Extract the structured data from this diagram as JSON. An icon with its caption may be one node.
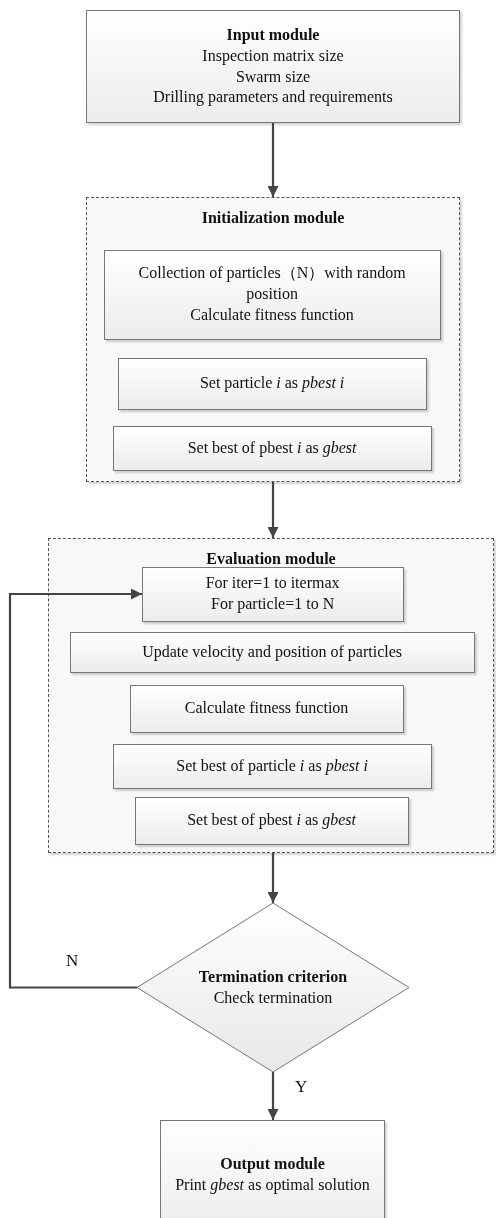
{
  "diagram": {
    "nodes": [
      {
        "text": [
          "Input module",
          "Inspection matrix size",
          "Swarm size",
          "Drilling parameters and requirements"
        ]
      },
      {
        "text": [
          "Initialization module"
        ]
      },
      {
        "text": [
          "Collection of particles（N）with random position",
          "Calculate fitness function"
        ],
        "in": 1
      },
      {
        "text": [
          "Set particle *i* as *pbest i*"
        ],
        "in": 1
      },
      {
        "text": [
          "Set best of pbest *i* as *gbest*"
        ],
        "in": 1
      },
      {
        "text": [
          "Evaluation module"
        ]
      },
      {
        "text": [
          "For iter=1 to itermax",
          "For particle=1 to N"
        ],
        "in": 5
      },
      {
        "text": [
          "Update velocity and position of particles"
        ],
        "in": 5
      },
      {
        "text": [
          "Calculate fitness function"
        ],
        "in": 5
      },
      {
        "text": [
          "Set best of particle *i* as *pbest i*"
        ],
        "in": 5
      },
      {
        "text": [
          "Set best of pbest *i* as *gbest*"
        ],
        "in": 5
      },
      {
        "text": [
          "Termination criterion",
          "Check termination"
        ]
      },
      {
        "text": [
          "Output module",
          "Print *gbest* as optimal solution"
        ]
      }
    ],
    "edges": [
      {
        "from": 0,
        "to": 1,
        "arrow": "to"
      },
      {
        "from": 1,
        "to": 5,
        "arrow": "to"
      },
      {
        "from": 5,
        "to": 11,
        "arrow": "to"
      },
      {
        "from": 11,
        "to": 6,
        "arrow": "to",
        "label": "N"
      },
      {
        "from": 11,
        "to": 12,
        "arrow": "to",
        "label": "Y"
      }
    ]
  }
}
